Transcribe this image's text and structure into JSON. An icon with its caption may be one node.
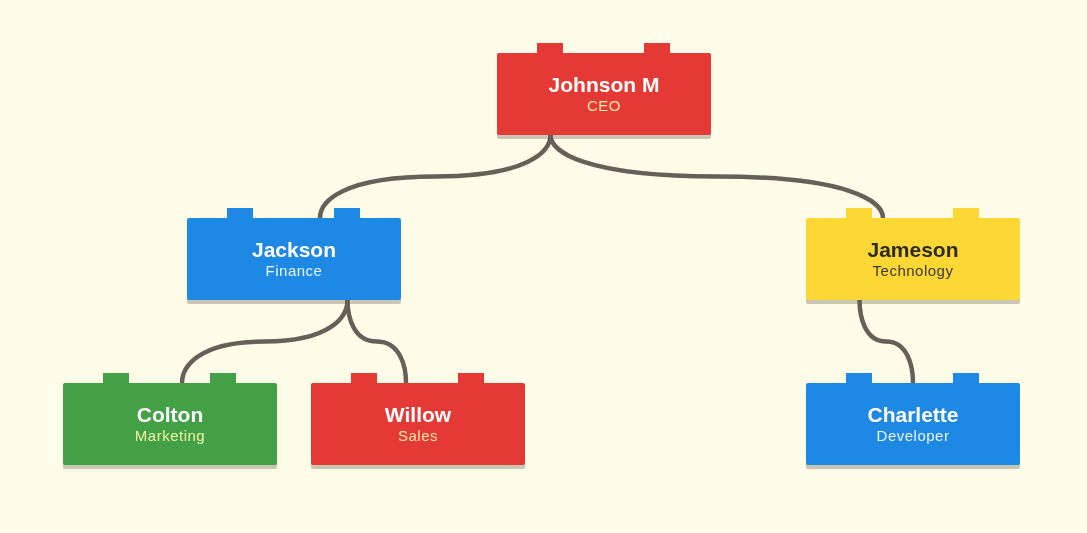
{
  "diagram": {
    "nodes": [
      {
        "text": [
          "Johnson M",
          "CEO"
        ]
      },
      {
        "text": [
          "Jackson",
          "Finance"
        ]
      },
      {
        "text": [
          "Jameson",
          "Technology"
        ]
      },
      {
        "text": [
          "Colton",
          "Marketing"
        ]
      },
      {
        "text": [
          "Willow",
          "Sales"
        ]
      },
      {
        "text": [
          "Charlette",
          "Developer"
        ]
      }
    ],
    "edges": [
      {
        "from": 0,
        "to": 1,
        "arrow": "none"
      },
      {
        "from": 0,
        "to": 2,
        "arrow": "none"
      },
      {
        "from": 1,
        "to": 3,
        "arrow": "none"
      },
      {
        "from": 1,
        "to": 4,
        "arrow": "none"
      },
      {
        "from": 2,
        "to": 5,
        "arrow": "none"
      }
    ]
  }
}
